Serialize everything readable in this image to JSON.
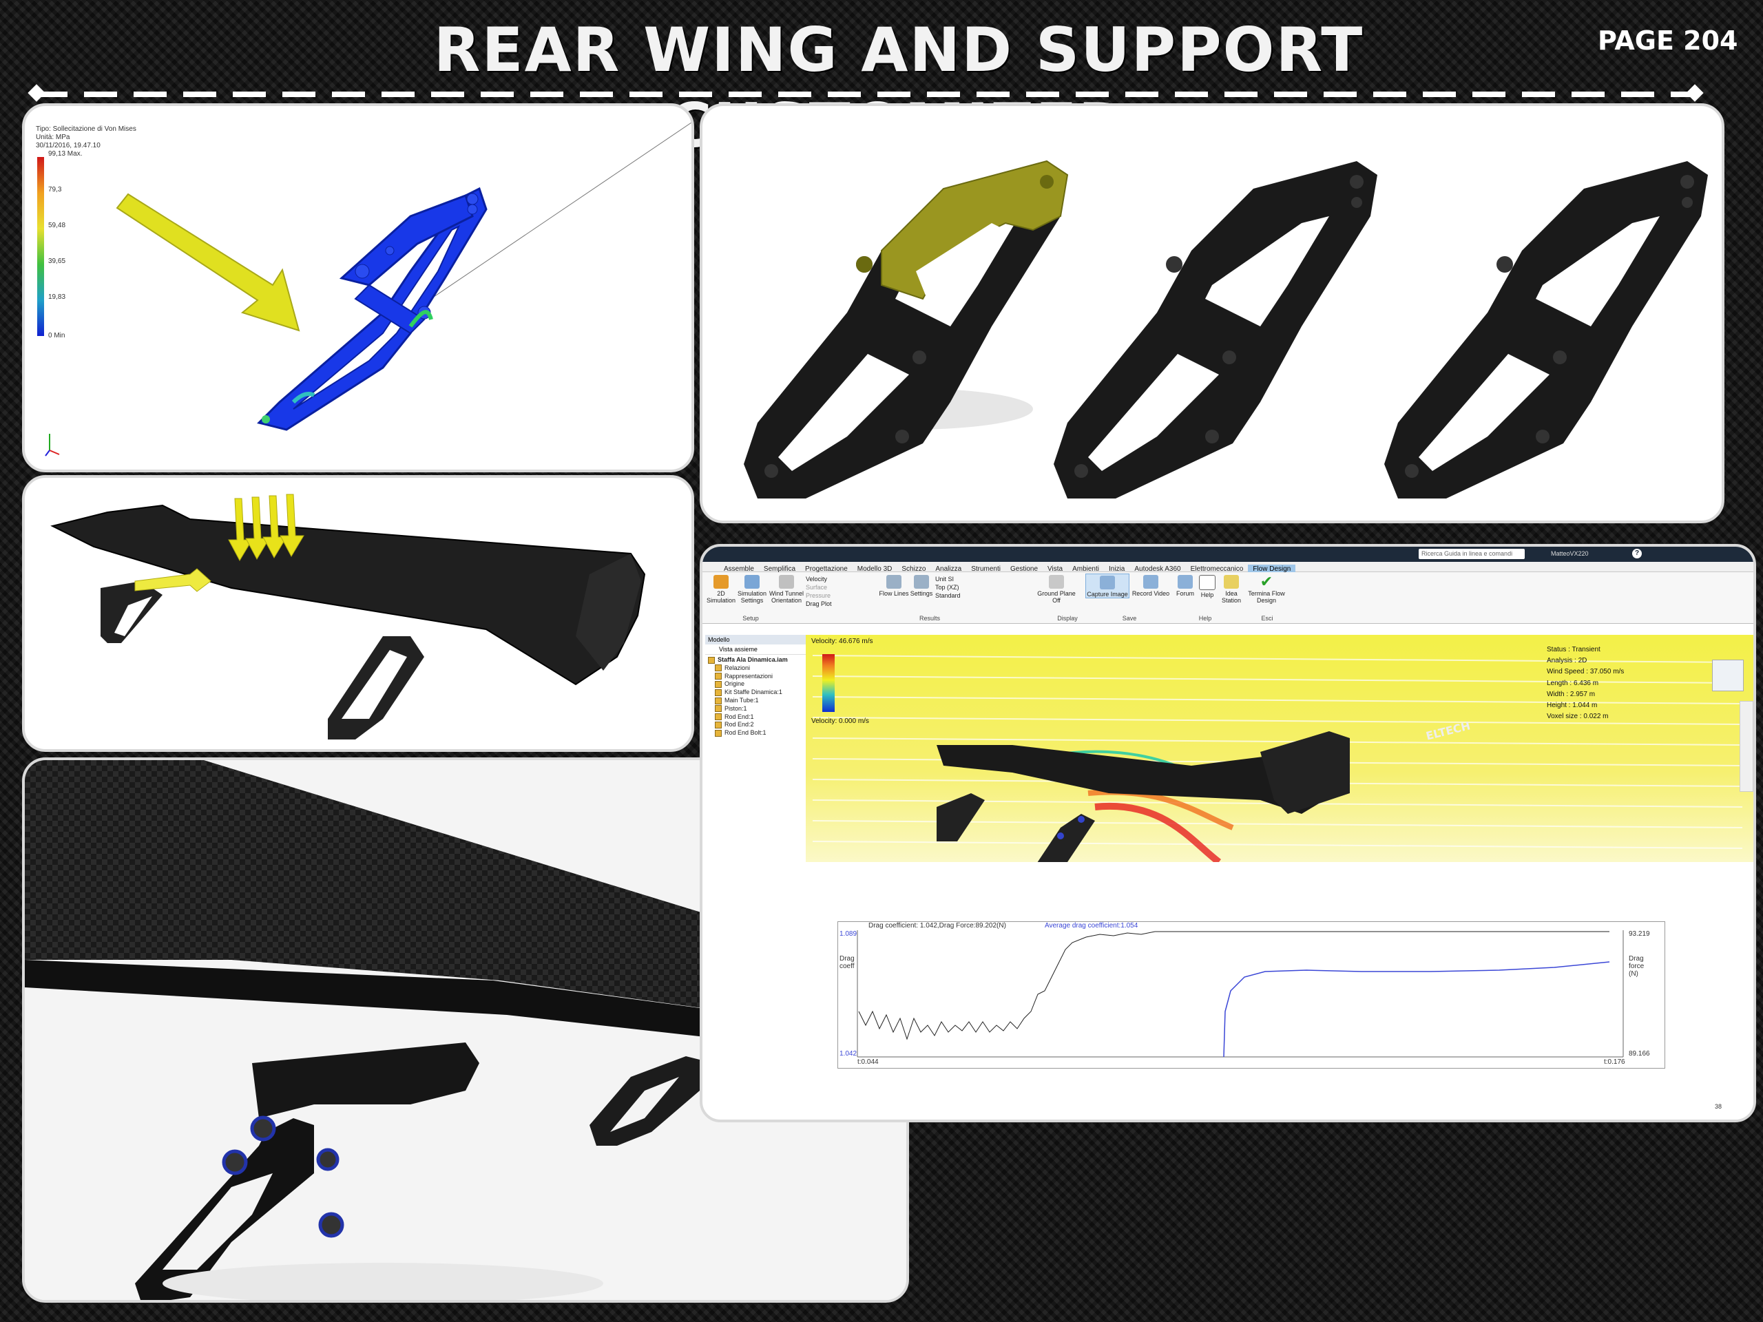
{
  "header": {
    "title": "REAR WING AND SUPPORT CUSTOMIZED",
    "page": "PAGE 204"
  },
  "fem_panel": {
    "lines": [
      "Tipo: Sollecitazione di Von Mises",
      "Unità: MPa",
      "30/11/2016, 19.47.10"
    ],
    "scale_values": [
      "99,13 Max.",
      "79,3",
      "59,48",
      "39,65",
      "19,83",
      "0 Min"
    ]
  },
  "inventor": {
    "search_placeholder": "Ricerca Guida in linea e comandi",
    "user": "MatteoVX220",
    "menu_tabs": [
      "Assemble",
      "Semplifica",
      "Progettazione",
      "Modello 3D",
      "Schizzo",
      "Analizza",
      "Strumenti",
      "Gestione",
      "Vista",
      "Ambienti",
      "Inizia",
      "Autodesk A360",
      "Elettromeccanico",
      "Flow Design"
    ],
    "ribbon": {
      "buttons": {
        "simulation_2d": "2D Simulation",
        "simulation_settings": "Simulation Settings",
        "wind_tunnel": "Wind Tunnel Orientation",
        "velocity": "Velocity",
        "surface_pressure": "Surface Pressure",
        "drag_plot": "Drag Plot",
        "flow_lines": "Flow Lines",
        "settings": "Settings",
        "unit": "Unit SI",
        "top": "Top (XZ)",
        "standard": "Standard",
        "ground_plane": "Ground Plane Off",
        "capture_image": "Capture Image",
        "record_video": "Record Video",
        "forum": "Forum",
        "help": "Help",
        "idea_station": "Idea Station",
        "terminate": "Termina Flow Design"
      },
      "groups": [
        "Setup",
        "Results",
        "Display",
        "Save",
        "Help",
        "Esci"
      ]
    },
    "tree": {
      "header": "Modello",
      "view": "Vista assieme",
      "items": [
        "Staffa Ala Dinamica.iam",
        "Relazioni",
        "Rappresentazioni",
        "Origine",
        "Kit Staffe Dinamica:1",
        "Main Tube:1",
        "Piston:1",
        "Rod End:1",
        "Rod End:2",
        "Rod End Bolt:1"
      ]
    },
    "viewport": {
      "velocity_max": "Velocity: 46.676 m/s",
      "velocity_min": "Velocity: 0.000 m/s",
      "status": [
        [
          "Status",
          "Transient"
        ],
        [
          "Analysis",
          "2D"
        ],
        [
          "Wind Speed",
          "37.050 m/s"
        ],
        [
          "Length",
          "6.436 m"
        ],
        [
          "Width",
          "2.957 m"
        ],
        [
          "Height",
          "1.044 m"
        ],
        [
          "Voxel size",
          "0.022 m"
        ]
      ],
      "wing_logo": "ELTECH"
    },
    "graph": {
      "drag_text": "Drag coefficient: 1.042,Drag Force:89.202(N)",
      "avg_text": "Average drag coefficient:1.054",
      "y_left_top": "1.089",
      "y_left_bottom": "1.042",
      "y_left_label": "Drag coeff",
      "y_right_top": "93.219",
      "y_right_bottom": "89.166",
      "y_right_label": "Drag force (N)",
      "x_left": "t:0.044",
      "x_right": "t:0.176",
      "page_index": "38"
    }
  },
  "colors": {
    "brand_yellow": "#b5b01e",
    "arrow_yellow": "#e8e21a",
    "fem_blue": "#1030e0",
    "flow_design_tab": "#9fc6e8"
  }
}
